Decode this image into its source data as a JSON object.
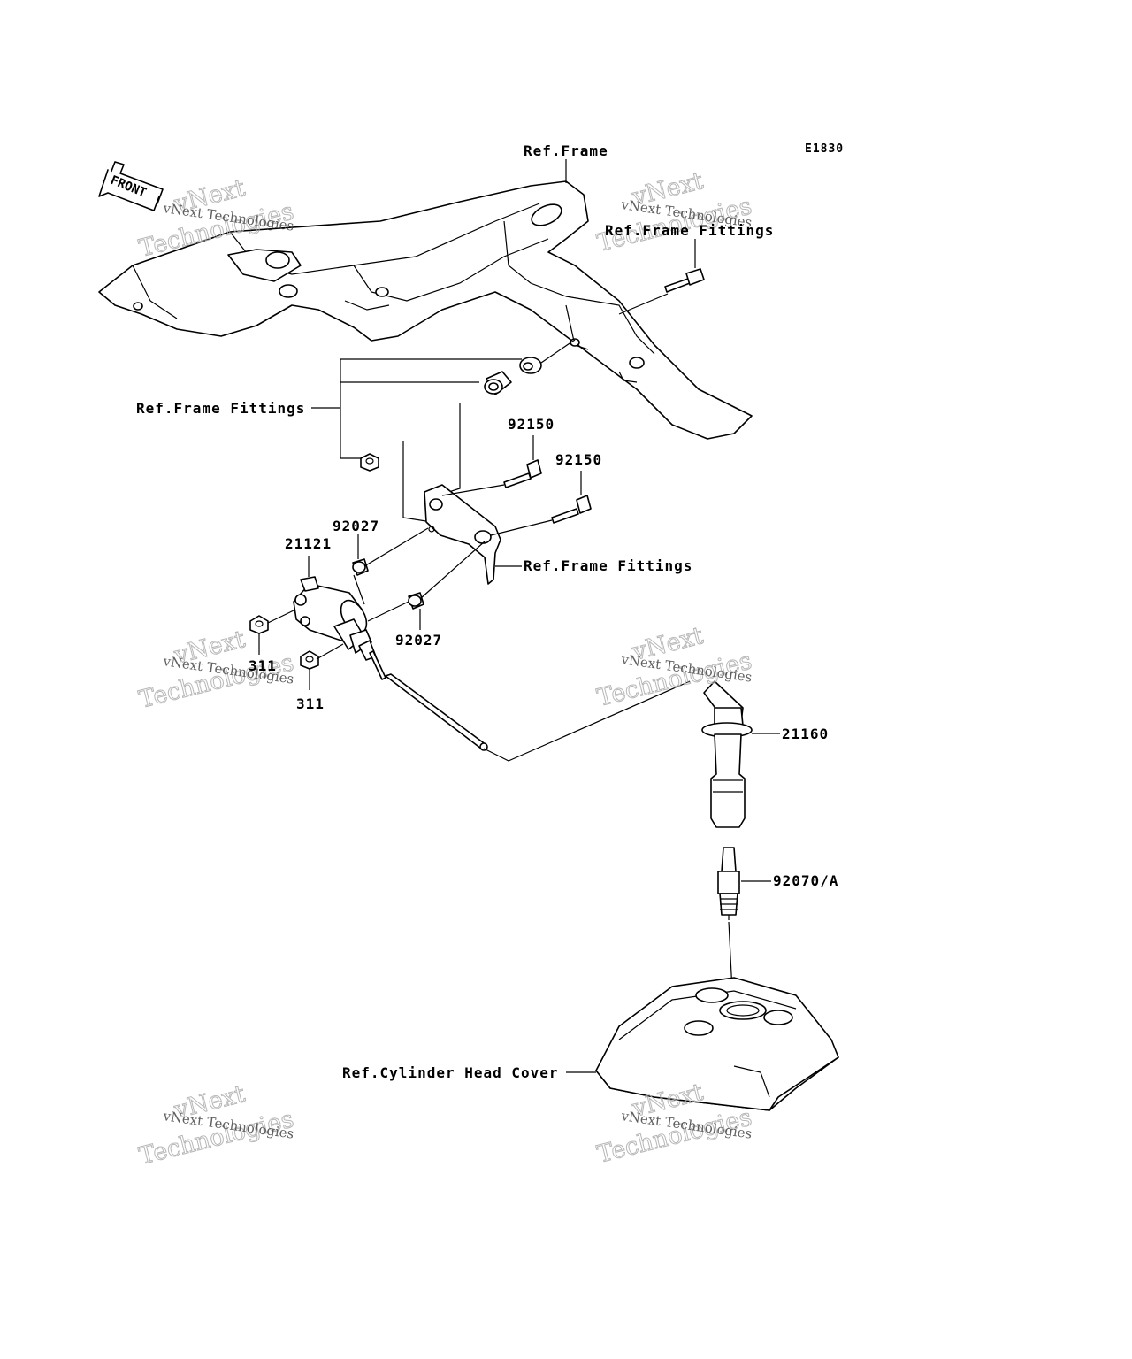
{
  "diagram_code": "E1830",
  "front_label": "FRONT",
  "labels": {
    "ref_frame": "Ref.Frame",
    "ref_frame_fittings_top": "Ref.Frame Fittings",
    "ref_frame_fittings_left": "Ref.Frame Fittings",
    "ref_frame_fittings_bracket": "Ref.Frame Fittings",
    "ref_cylinder_head_cover": "Ref.Cylinder Head Cover"
  },
  "parts": {
    "bolt_upper": "92150",
    "bolt_lower": "92150",
    "collar_upper": "92027",
    "collar_lower": "92027",
    "ignition_coil": "21121",
    "nut_upper": "311",
    "nut_lower": "311",
    "plug_cap": "21160",
    "spark_plug": "92070/A"
  },
  "watermark": {
    "line1": "vNext Technologies",
    "line2": "vNext",
    "line3": "Technologies"
  }
}
